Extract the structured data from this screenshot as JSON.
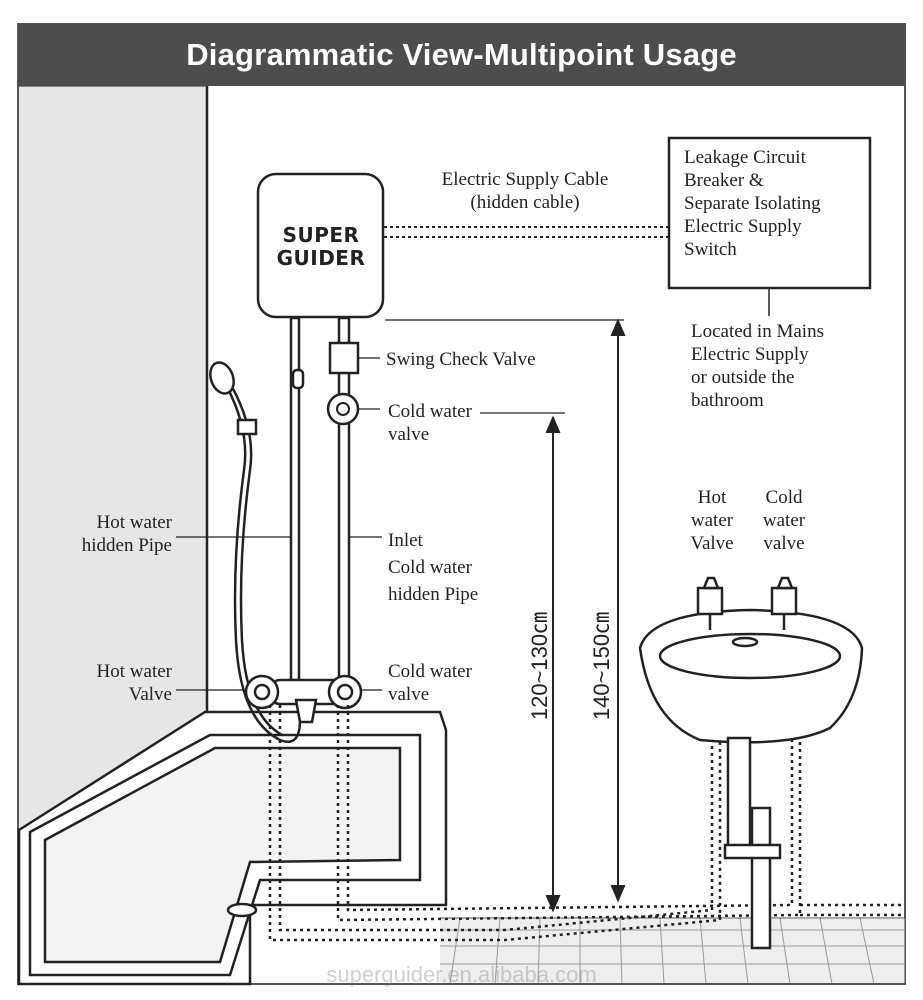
{
  "title": "Diagrammatic View-Multipoint Usage",
  "heater": {
    "brand": "SUPER\nGUIDER"
  },
  "labels": {
    "supply_cable": "Electric Supply Cable\n(hidden cable)",
    "breaker_box": "Leakage Circuit\nBreaker &\nSeparate Isolating\nElectric Supply\nSwitch",
    "located": "Located in Mains\nElectric Supply\nor outside the\nbathroom",
    "swing_check": "Swing Check Valve",
    "cold_valve_top": "Cold water\nvalve",
    "hot_pipe": "Hot water\nhidden Pipe",
    "inlet_pipe": "Inlet\nCold water\nhidden Pipe",
    "hot_valve_bath": "Hot water\nValve",
    "cold_valve_bath": "Cold water\nvalve",
    "sink_hot": "Hot\nwater\nValve",
    "sink_cold": "Cold\nwater\nvalve"
  },
  "dimensions": {
    "short": "120~130㎝",
    "long": "140~150㎝"
  },
  "watermark": "superguider.en.alibaba.com",
  "colors": {
    "header_bg": "#4d4d4d",
    "wall_shade": "#e6e6e6",
    "line": "#222222"
  }
}
